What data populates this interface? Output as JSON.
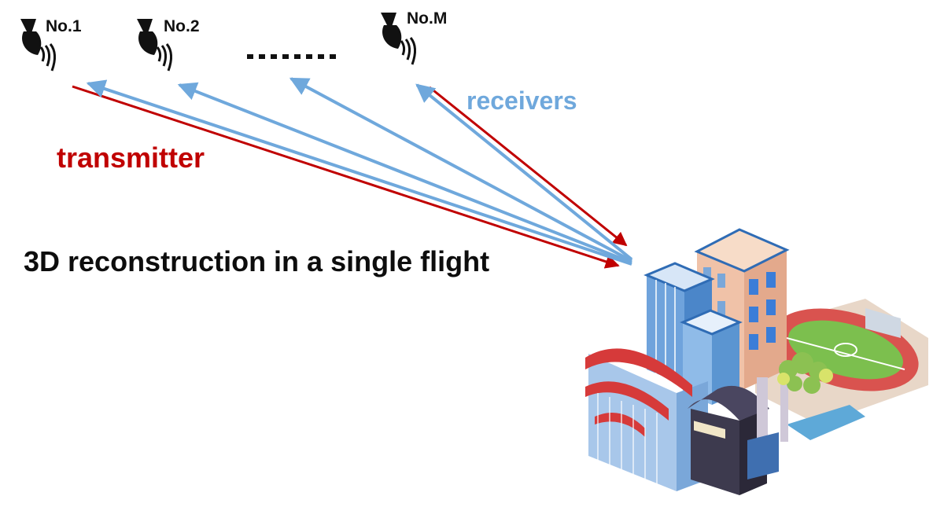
{
  "colors": {
    "transmitter": "#c00000",
    "receiver": "#6fa8dc",
    "satellite": "#111111"
  },
  "satellites": [
    {
      "label": "No.1",
      "icon": "radar-antenna-icon"
    },
    {
      "label": "No.2",
      "icon": "radar-antenna-icon"
    },
    {
      "label": "No.M",
      "icon": "radar-antenna-icon"
    }
  ],
  "labels": {
    "receivers": "receivers",
    "transmitter": "transmitter",
    "main": "3D reconstruction in a single flight"
  },
  "target_icon": "city-buildings-illustration"
}
